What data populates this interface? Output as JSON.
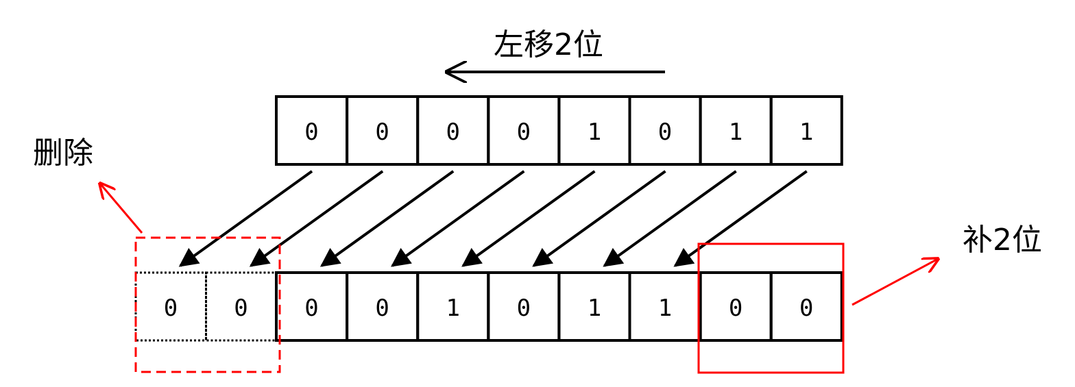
{
  "title": "左移2位",
  "delete_label": "删除",
  "pad_label": "补2位",
  "top_row": [
    "0",
    "0",
    "0",
    "0",
    "1",
    "0",
    "1",
    "1"
  ],
  "removed_bits": [
    "0",
    "0"
  ],
  "bottom_row": [
    "0",
    "0",
    "1",
    "0",
    "1",
    "1"
  ],
  "padded_bits": [
    "0",
    "0"
  ],
  "colors": {
    "highlight": "#ff0000",
    "line": "#000000"
  }
}
